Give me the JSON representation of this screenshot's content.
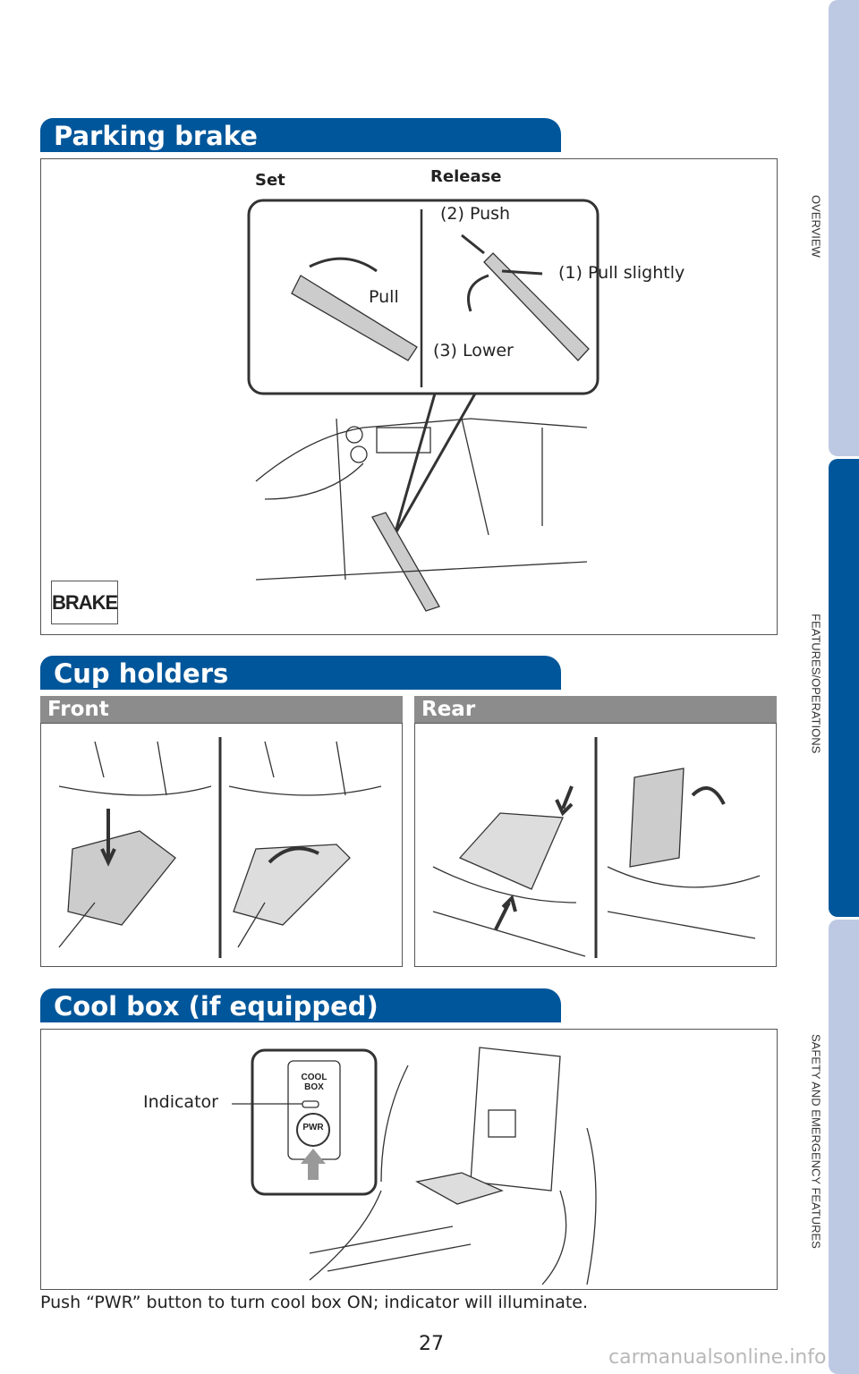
{
  "side_tabs": [
    {
      "label": "OVERVIEW",
      "active": false
    },
    {
      "label": "FEATURES/OPERATIONS",
      "active": true
    },
    {
      "label": "SAFETY AND EMERGENCY FEATURES",
      "active": false
    }
  ],
  "colors": {
    "accent": "#00569a",
    "tab_inactive": "#bdc9e3",
    "subheader": "#8c8c8c"
  },
  "parking_brake": {
    "title": "Parking brake",
    "set_label": "Set",
    "release_label": "Release",
    "pull": "Pull",
    "push": "(2) Push",
    "pull_slightly": "(1) Pull slightly",
    "lower": "(3) Lower",
    "badge": "BRAKE"
  },
  "cup_holders": {
    "title": "Cup holders",
    "front": "Front",
    "rear": "Rear"
  },
  "cool_box": {
    "title": "Cool box (if equipped)",
    "indicator": "Indicator",
    "switch_label": "COOL BOX",
    "switch_line1": "COOL",
    "switch_line2": "BOX",
    "button": "PWR",
    "caption": "Push “PWR” button to turn cool box ON; indicator will illuminate."
  },
  "page_number": "27",
  "watermark": "carmanualsonline.info"
}
